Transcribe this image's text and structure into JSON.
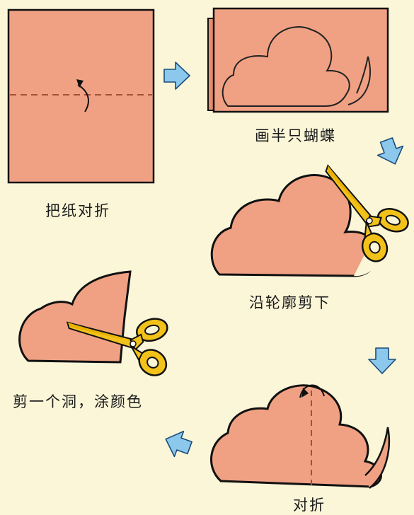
{
  "colors": {
    "background": "#fbf6d8",
    "paper": "#f0a184",
    "arrow": "#8cc8ec",
    "scissors": "#f3c21a",
    "outline": "#111111"
  },
  "steps": [
    {
      "label": "把纸对折"
    },
    {
      "label": "画半只蝴蝶"
    },
    {
      "label": "沿轮廓剪下"
    },
    {
      "label": "对折"
    },
    {
      "label": "剪一个洞，涂颜色"
    }
  ],
  "icons": [
    "arrow-right-icon",
    "arrow-curve-down-icon",
    "arrow-down-icon",
    "arrow-curve-left-icon",
    "scissors-icon"
  ]
}
